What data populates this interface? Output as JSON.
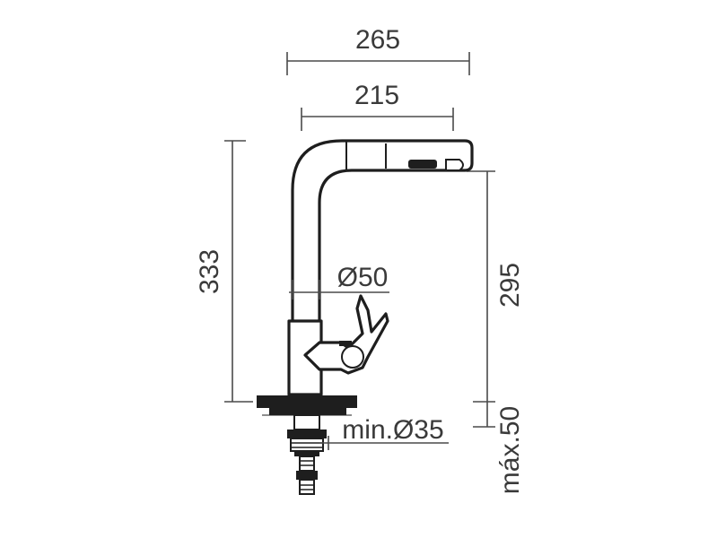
{
  "dimensions": {
    "overall_width": "265",
    "reach": "215",
    "total_height": "333",
    "spout_height": "295",
    "body_diameter": "Ø50",
    "hole_diameter": "min.Ø35",
    "max_counter_thickness": "máx.50"
  },
  "colors": {
    "line": "#1e1e1e",
    "dimension_line": "#4a4a4a",
    "text": "#3a3a3a",
    "background": "#ffffff"
  }
}
